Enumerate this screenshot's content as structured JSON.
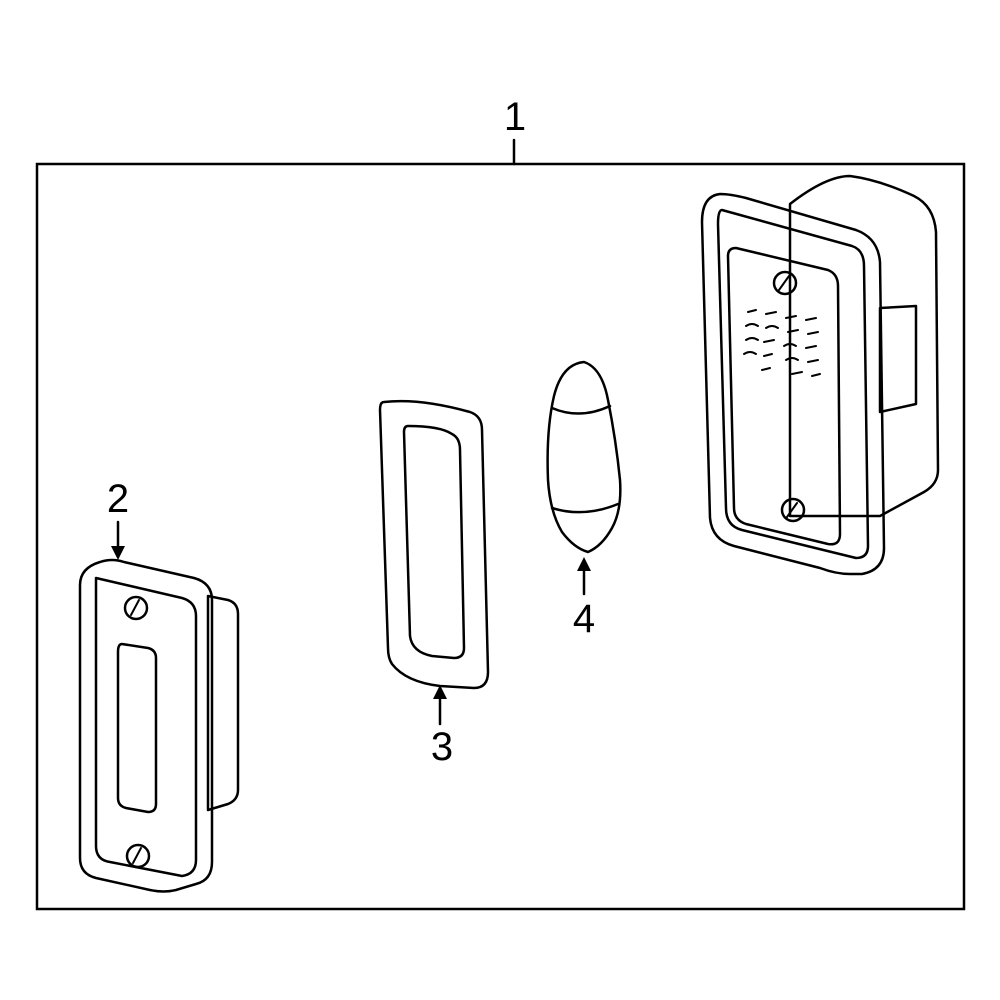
{
  "diagram": {
    "callouts": [
      {
        "id": "1",
        "label": "1"
      },
      {
        "id": "2",
        "label": "2"
      },
      {
        "id": "3",
        "label": "3"
      },
      {
        "id": "4",
        "label": "4"
      }
    ],
    "colors": {
      "background": "#ffffff",
      "line": "#000000",
      "highlight_fill": "#3d5fc4"
    }
  }
}
